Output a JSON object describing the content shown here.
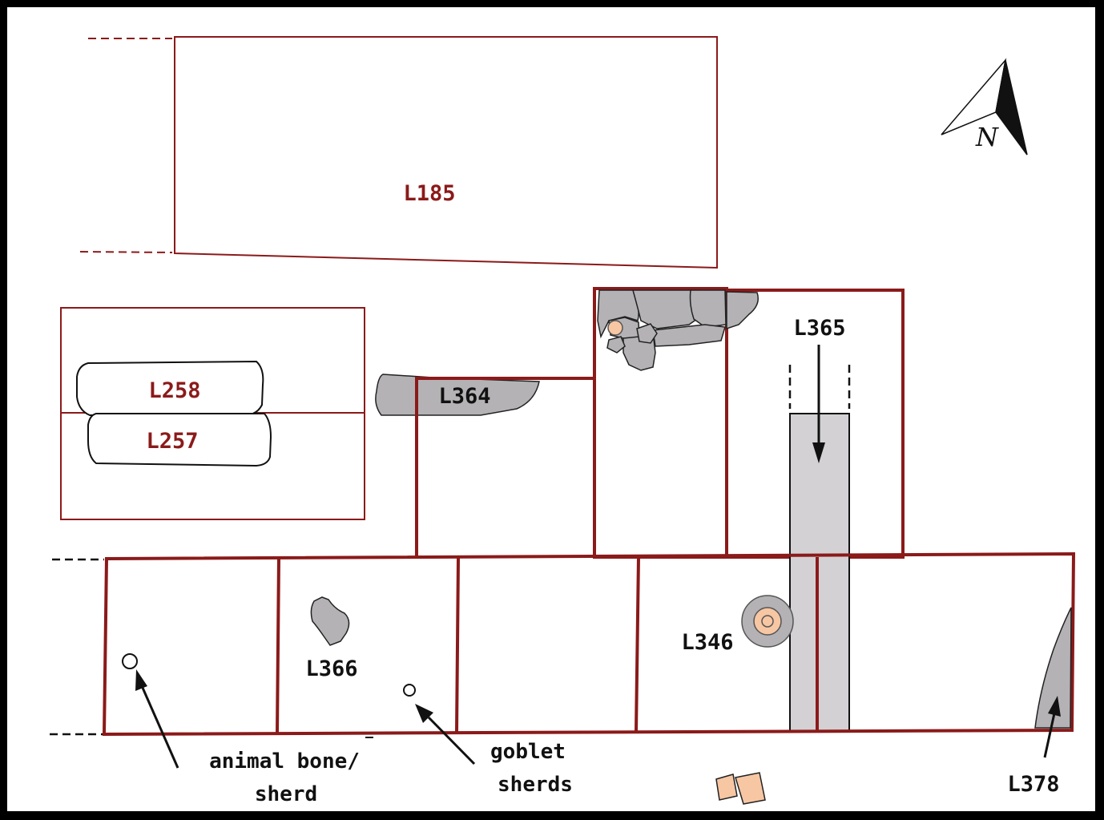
{
  "loci": {
    "l185": "L185",
    "l258": "L258",
    "l257": "L257",
    "l364": "L364",
    "l365": "L365",
    "l366": "L366",
    "l346": "L346",
    "l378": "L378"
  },
  "notes": {
    "animal_line1": "animal bone/",
    "animal_line2": "sherd",
    "goblet_line1": "goblet",
    "goblet_line2": "sherds"
  },
  "north": {
    "letter": "N"
  },
  "colors": {
    "wall": "#8b1a1a",
    "stone": "#b4b2b5",
    "trench": "#d3d1d4",
    "find": "#f7c6a3",
    "frame": "#000000"
  },
  "icons": [
    "north-arrow-icon",
    "find-circle-icon",
    "pottery-sherd-icon"
  ]
}
